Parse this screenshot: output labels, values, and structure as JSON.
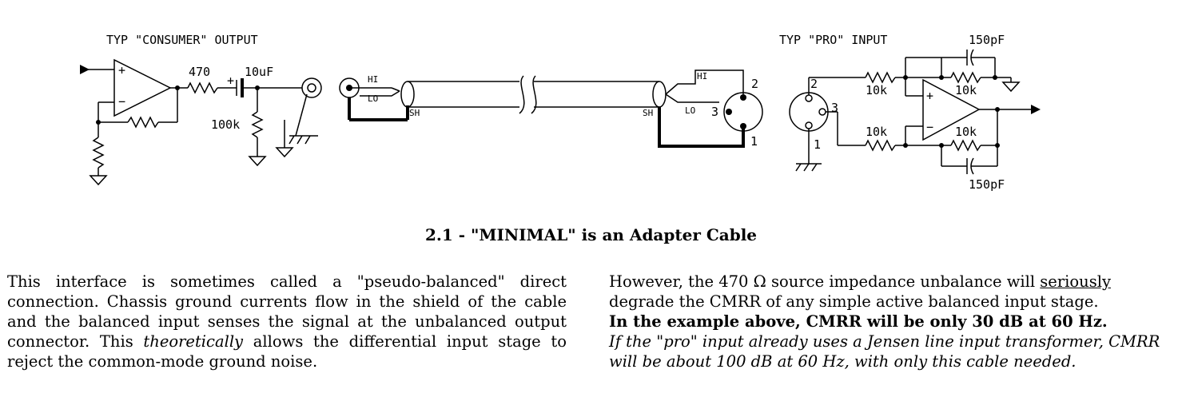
{
  "schematic": {
    "consumer_output_label": "TYP \"CONSUMER\" OUTPUT",
    "pro_input_label": "TYP \"PRO\" INPUT",
    "r_source": "470",
    "c_coupling": "10uF",
    "r_bias": "100k",
    "r_in_top": "10k",
    "r_in_bot": "10k",
    "r_fb_top": "10k",
    "r_fb_bot": "10k",
    "c_fb_top": "150pF",
    "c_fb_bot": "150pF",
    "hi_left": "HI",
    "lo_left": "LO",
    "sh_left": "SH",
    "hi_right": "HI",
    "lo_right": "LO",
    "sh_right": "SH",
    "pin2_plug": "2",
    "pin3_plug": "3",
    "pin1_plug": "1",
    "pin2_jack": "2",
    "pin3_jack": "3",
    "pin1_jack": "1",
    "opamp_plus": "+",
    "opamp_minus": "−",
    "cap_plus": "+"
  },
  "caption": "2.1 - \"MINIMAL\" is an Adapter Cable",
  "left_text": {
    "s1": "This interface is sometimes called a \"pseudo-balanced\" direct connection. Chassis ground currents flow in the shield of the cable and the balanced input senses the signal at the unbalanced output connector. This ",
    "s1_italic": "theoretically",
    "s1_end": " allows the differential input stage to reject the common-mode ground noise."
  },
  "right_text": {
    "s1": "However, the 470 Ω source impedance unbalance will ",
    "s1_underline": "seriously",
    "s1_end": " degrade the CMRR of any simple active balanced input stage.",
    "bold": "In the example above, CMRR will be only 30 dB at 60 Hz.",
    "italic": "If the \"pro\" input already uses a Jensen line input transformer, CMRR will be about 100 dB at 60 Hz, with only this cable needed."
  }
}
